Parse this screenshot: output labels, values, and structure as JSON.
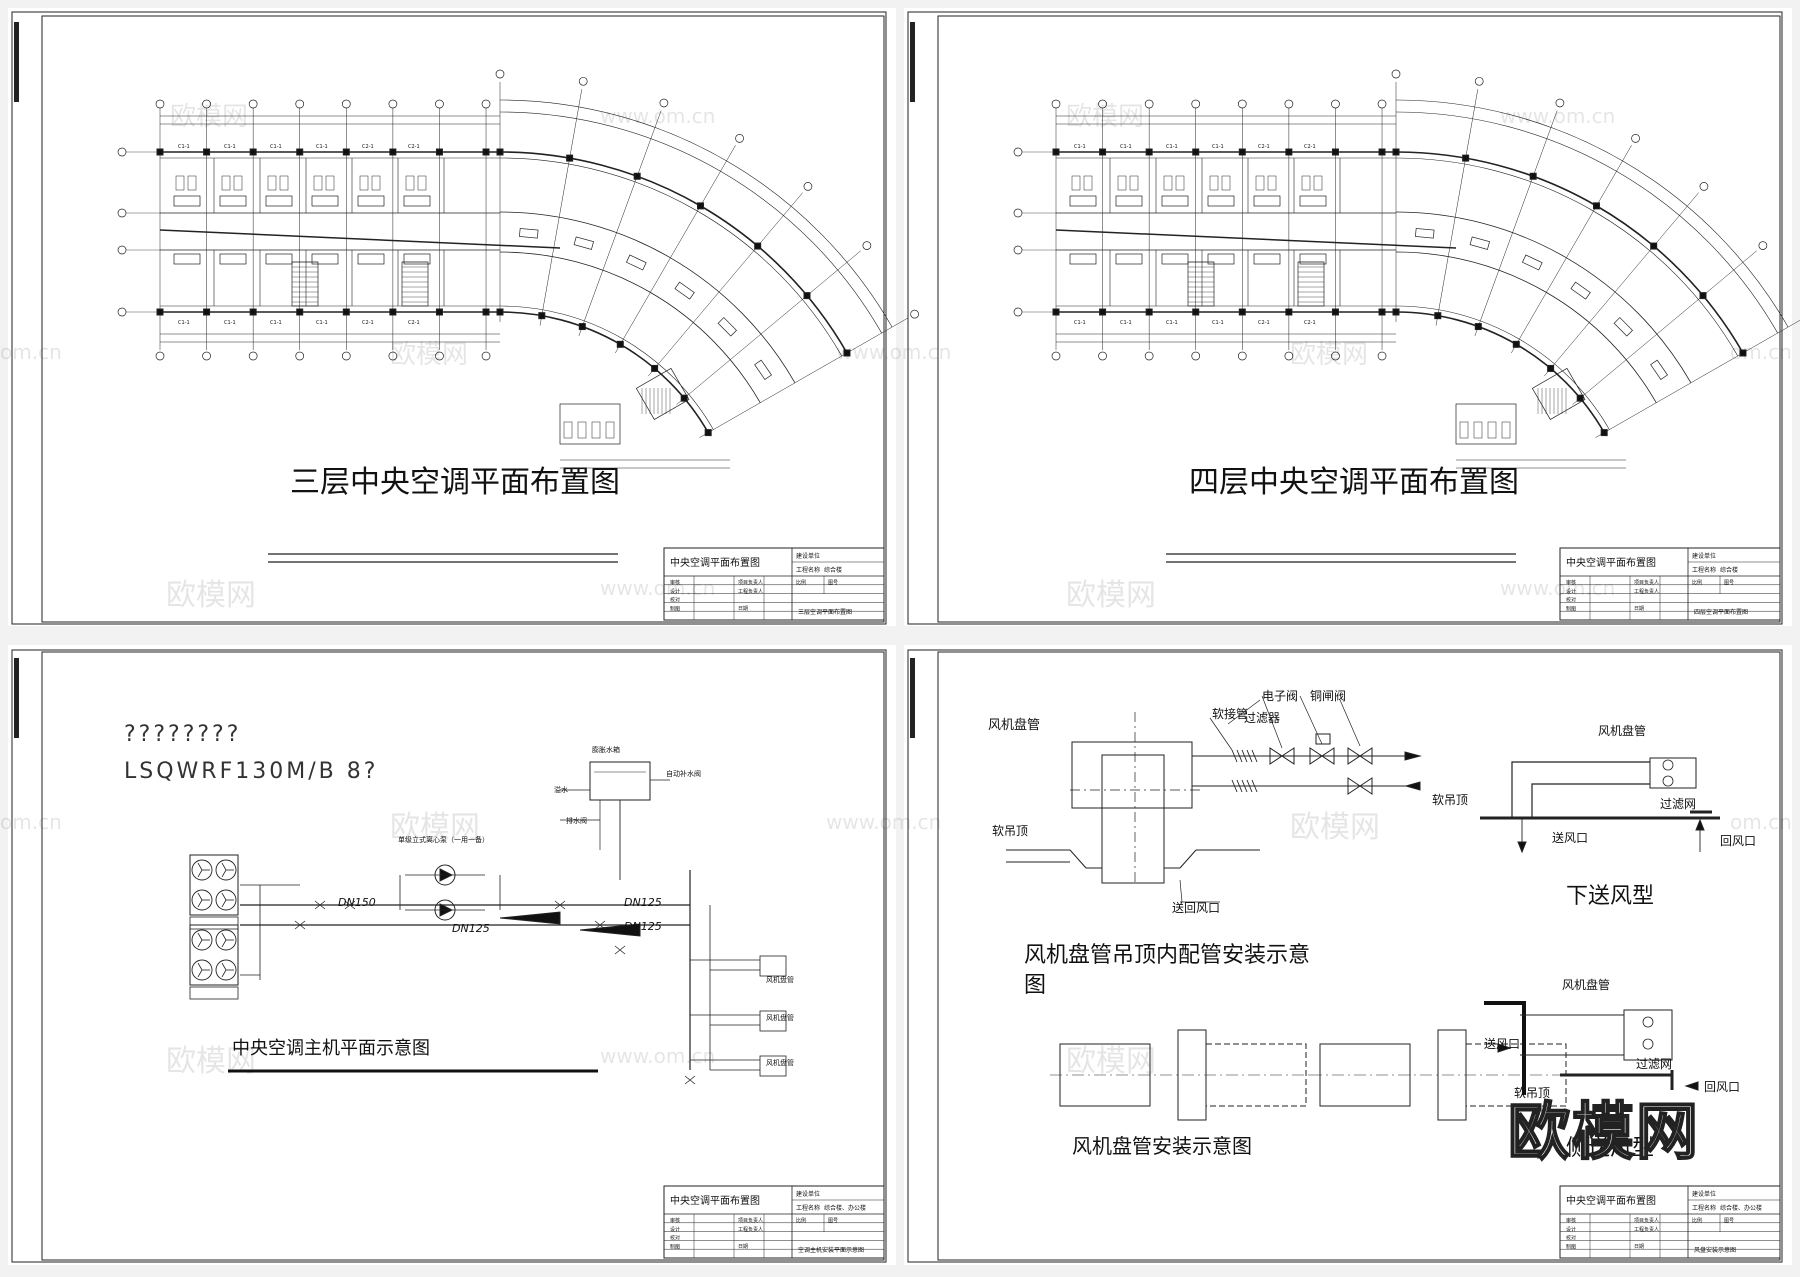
{
  "panels": {
    "p1": {
      "title": "三层中央空调平面布置图",
      "title_block": {
        "drawing_name": "中央空调平面布置图",
        "unit_label": "建设单位",
        "project_label": "工程名称",
        "project_value": "综合楼",
        "sheet": "三层空调平面布置图"
      }
    },
    "p2": {
      "title": "四层中央空调平面布置图",
      "title_block": {
        "drawing_name": "中央空调平面布置图",
        "unit_label": "建设单位",
        "project_label": "工程名称",
        "project_value": "综合楼",
        "sheet": "四层空调平面布置图"
      }
    },
    "p3": {
      "header_line1": "????????",
      "header_line2": "LSQWRF130M/B   8?",
      "title": "中央空调主机平面示意图",
      "labels": {
        "tank": "膨胀水箱",
        "overflow": "溢水",
        "drain": "排水阀",
        "auto_fill": "自动补水阀",
        "pump_group": "单级立式离心泵（一用一备）",
        "dn150": "DN150",
        "dn125a": "DN125",
        "dn125b": "DN125",
        "dn125c": "DN125",
        "fcu": "风机盘管"
      },
      "title_block": {
        "drawing_name": "中央空调平面布置图",
        "unit_label": "建设单位",
        "project_label": "工程名称",
        "project_value": "综合楼、办公楼",
        "sheet": "空调主机安装平面示意图"
      }
    },
    "p4": {
      "labels": {
        "fcu_a": "风机盘管",
        "soft_pipe": "软接管",
        "filter": "过滤器",
        "e_valve": "电子阀",
        "copper_valve": "铜闸阀",
        "soft_ceiling_a": "软吊顶",
        "supply_return": "送回风口",
        "fcu_b": "风机盘管",
        "soft_ceiling_b": "软吊顶",
        "supply_b": "送风口",
        "filter_net_b": "过滤网",
        "return_b": "回风口",
        "type_down": "下送风型",
        "caption_1": "风机盘管吊顶内配管安装示意",
        "caption_1b": "图",
        "caption_2": "风机盘管安装示意图",
        "fcu_c": "风机盘管",
        "supply_c": "送风口",
        "filter_net_c": "过滤网",
        "soft_ceiling_c": "软吊顶",
        "return_c": "回风口",
        "type_side": "侧送风型"
      },
      "title_block": {
        "drawing_name": "中央空调平面布置图",
        "unit_label": "建设单位",
        "project_label": "工程名称",
        "project_value": "综合楼、办公楼",
        "sheet": "风盘安装示意图"
      }
    },
    "tb_rows": [
      "审核",
      "设计",
      "校对",
      "制图",
      "项目负责人",
      "工程负责人",
      "日期",
      "比例",
      "图号",
      "图名"
    ]
  },
  "watermarks": {
    "site": "www.om.cn",
    "site_short": "om.cn",
    "brand": "欧模网",
    "brand_logo": "欧模网"
  }
}
